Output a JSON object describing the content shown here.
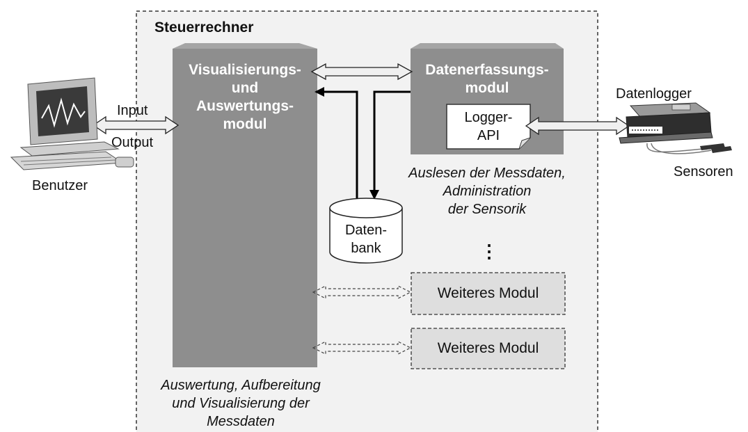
{
  "diagram": {
    "container_title": "Steuerrechner",
    "visual_module": {
      "line1": "Visualisierungs-",
      "line2": "und",
      "line3": "Auswertungs-",
      "line4": "modul"
    },
    "visual_caption": {
      "line1": "Auswertung, Aufbereitung",
      "line2": "und Visualisierung der",
      "line3": "Messdaten"
    },
    "acq_module": {
      "line1": "Datenerfassungs-",
      "line2": "modul"
    },
    "logger_api": {
      "line1": "Logger-",
      "line2": "API"
    },
    "acq_caption": {
      "line1": "Auslesen der Messdaten,",
      "line2": "Administration",
      "line3": "der Sensorik"
    },
    "database": {
      "line1": "Daten-",
      "line2": "bank"
    },
    "ellipsis": "⋮",
    "further_modules": [
      "Weiteres Modul",
      "Weiteres Modul"
    ],
    "user": {
      "label": "Benutzer",
      "input": "Input",
      "output": "Output"
    },
    "logger": {
      "label": "Datenlogger",
      "sensors": "Sensoren"
    }
  },
  "colors": {
    "module_fill": "#8e8e8e",
    "container_fill": "#f2f2f2",
    "dashed_box_fill": "#dedede",
    "arrow_fill": "#f0f0f0"
  }
}
